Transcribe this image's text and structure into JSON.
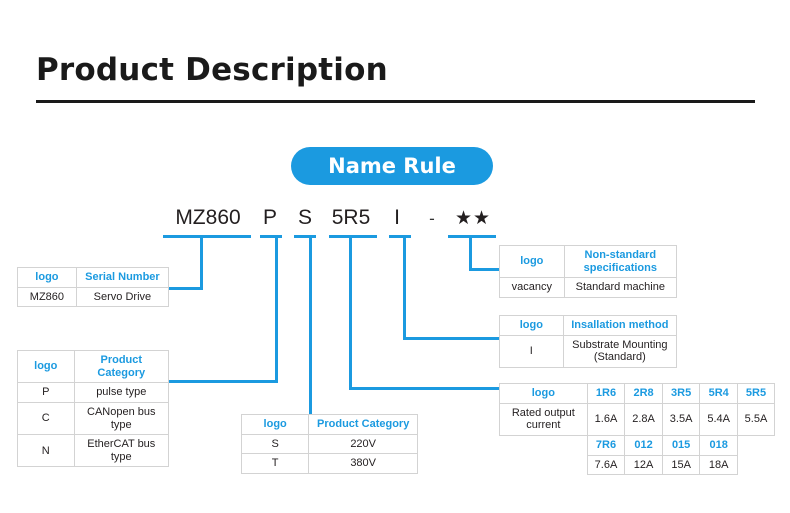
{
  "page": {
    "title": "Product Description",
    "badge_label": "Name Rule"
  },
  "code_line": {
    "tokens": [
      {
        "name": "model-series",
        "text": "MZ860"
      },
      {
        "name": "product-category",
        "text": "P"
      },
      {
        "name": "voltage-class",
        "text": "S"
      },
      {
        "name": "rated-output-current",
        "text": "5R5"
      },
      {
        "name": "installation-method",
        "text": "I"
      },
      {
        "name": "separator-dash",
        "text": "-"
      },
      {
        "name": "non-standard-spec",
        "text": "★★"
      }
    ]
  },
  "tables": {
    "serial_number": {
      "name": "serial-number-table",
      "headers": [
        "logo",
        "Serial Number"
      ],
      "rows": [
        [
          "MZ860",
          "Servo Drive"
        ]
      ]
    },
    "product_category": {
      "name": "product-category-table",
      "headers": [
        "logo",
        "Product Category"
      ],
      "rows": [
        [
          "P",
          "pulse type"
        ],
        [
          "C",
          "CANopen bus type"
        ],
        [
          "N",
          "EtherCAT bus type"
        ]
      ]
    },
    "voltage": {
      "name": "voltage-table",
      "headers": [
        "logo",
        "Product Category"
      ],
      "rows": [
        [
          "S",
          "220V"
        ],
        [
          "T",
          "380V"
        ]
      ]
    },
    "non_standard": {
      "name": "non-standard-specifications-table",
      "headers": [
        "logo",
        "Non-standard specifications"
      ],
      "rows": [
        [
          "vacancy",
          "Standard machine"
        ]
      ]
    },
    "installation": {
      "name": "installation-method-table",
      "headers": [
        "logo",
        "Insallation method"
      ],
      "rows": [
        [
          "I",
          "Substrate Mounting (Standard)"
        ]
      ]
    },
    "rated_current": {
      "name": "rated-output-current-table",
      "row_label_header": "logo",
      "row_label": "Rated output current",
      "codes_row1": [
        "1R6",
        "2R8",
        "3R5",
        "5R4",
        "5R5"
      ],
      "values_row1": [
        "1.6A",
        "2.8A",
        "3.5A",
        "5.4A",
        "5.5A"
      ],
      "codes_row2": [
        "7R6",
        "012",
        "015",
        "018"
      ],
      "values_row2": [
        "7.6A",
        "12A",
        "15A",
        "18A"
      ]
    }
  },
  "colors": {
    "accent": "#1b9ae0",
    "text": "#231f20",
    "border": "#d3d3d3",
    "rule": "#1a1a1a"
  }
}
